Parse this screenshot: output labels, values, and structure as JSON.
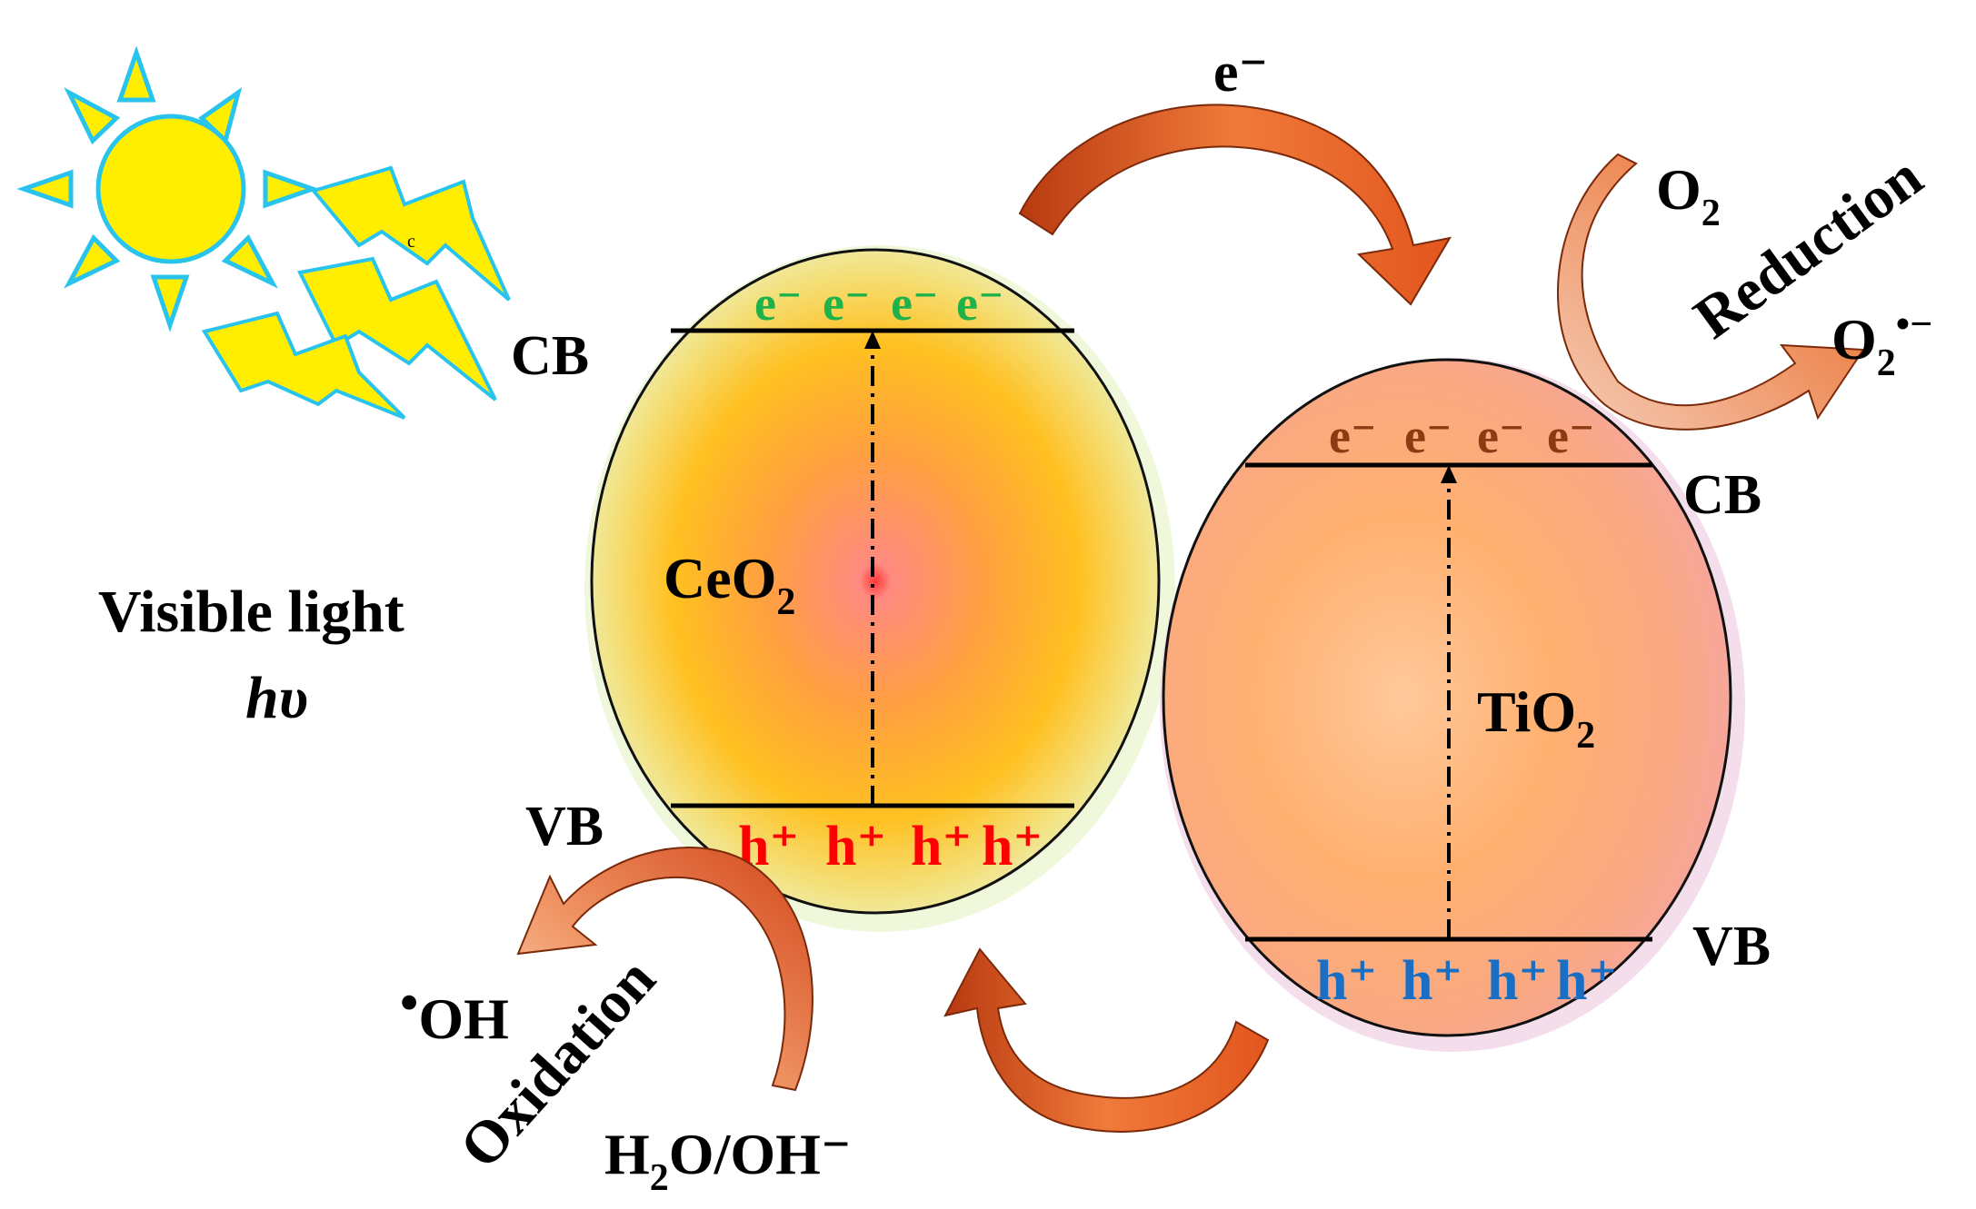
{
  "sun": {
    "icon": "sun-icon",
    "rays_icon": "lightning-bolt-icon",
    "ray_mark": "c"
  },
  "light_label": {
    "line1": "Visible light",
    "line2": "hυ"
  },
  "ceo2": {
    "name_main": "CeO",
    "name_sub": "2",
    "cb_label": "CB",
    "vb_label": "VB",
    "electrons": [
      "e⁻",
      "e⁻",
      "e⁻",
      "e⁻"
    ],
    "holes": [
      "h⁺",
      "h⁺",
      "h⁺",
      "h⁺"
    ]
  },
  "tio2": {
    "name_main": "TiO",
    "name_sub": "2",
    "cb_label": "CB",
    "vb_label": "VB",
    "electrons": [
      "e⁻",
      "e⁻",
      "e⁻",
      "e⁻"
    ],
    "holes": [
      "h⁺",
      "h⁺",
      "h⁺",
      "h⁺"
    ]
  },
  "transfer": {
    "electron_label": "e⁻"
  },
  "reduction": {
    "label": "Reduction",
    "reactant_main": "O",
    "reactant_sub": "2",
    "product_main": "O",
    "product_sub": "2",
    "product_sup": "•−"
  },
  "oxidation": {
    "label": "Oxidation",
    "product_dot": "•",
    "product": "OH",
    "reactant_main": "H",
    "reactant_sub": "2",
    "reactant_rest": "O/OH⁻"
  },
  "colors": {
    "ceo2_electrons": "#1fb24a",
    "ceo2_holes": "#ff0000",
    "tio2_electrons": "#8b3a12",
    "tio2_holes": "#1a6fc4",
    "arrow": "#e8612a",
    "sun": "#ffee00",
    "sun_outline": "#29c4ee"
  }
}
